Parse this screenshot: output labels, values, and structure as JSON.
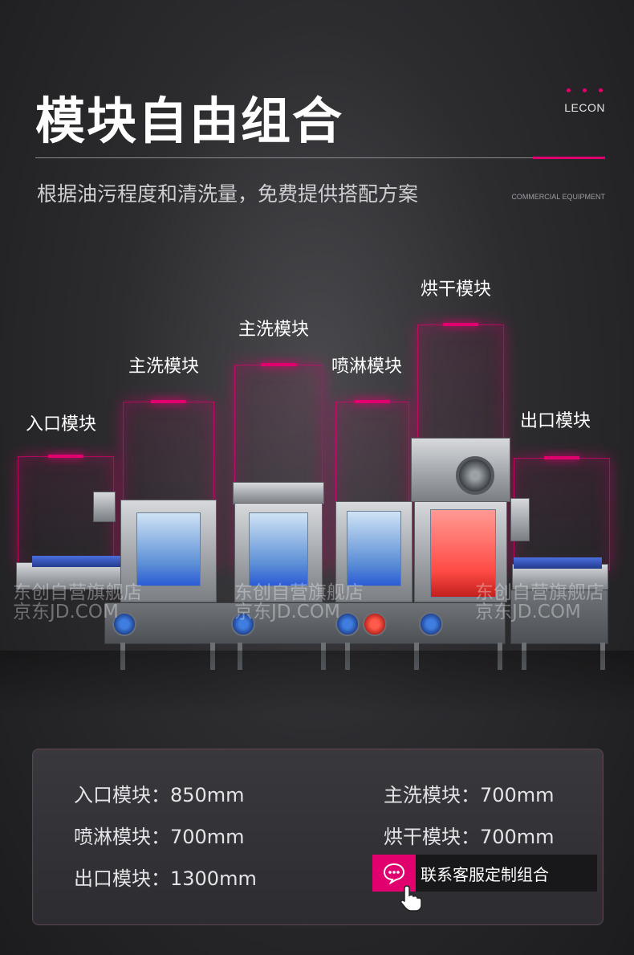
{
  "header": {
    "title": "模块自由组合",
    "brand": "LECON",
    "subtitle": "根据油污程度和清洗量，免费提供搭配方案",
    "tagline": "COMMERCIAL EQUIPMENT",
    "accent_color": "#e0006e"
  },
  "modules": [
    {
      "label": "入口模块"
    },
    {
      "label": "主洗模块"
    },
    {
      "label": "主洗模块"
    },
    {
      "label": "喷淋模块"
    },
    {
      "label": "烘干模块"
    },
    {
      "label": "出口模块"
    }
  ],
  "watermarks": [
    {
      "line1": "东创自营旗舰店",
      "line2": "京东JD.COM"
    },
    {
      "line1": "东创自营旗舰店",
      "line2": "京东JD.COM"
    },
    {
      "line1": "东创自营旗舰店",
      "line2": "京东JD.COM"
    }
  ],
  "specs": [
    {
      "text": "入口模块：850mm"
    },
    {
      "text": "主洗模块：700mm"
    },
    {
      "text": "喷淋模块：700mm"
    },
    {
      "text": "烘干模块：700mm"
    },
    {
      "text": "出口模块：1300mm"
    }
  ],
  "contact": {
    "label": "联系客服定制组合",
    "icon": "chat-bubble-icon",
    "cursor_icon": "hand-pointer-icon"
  }
}
